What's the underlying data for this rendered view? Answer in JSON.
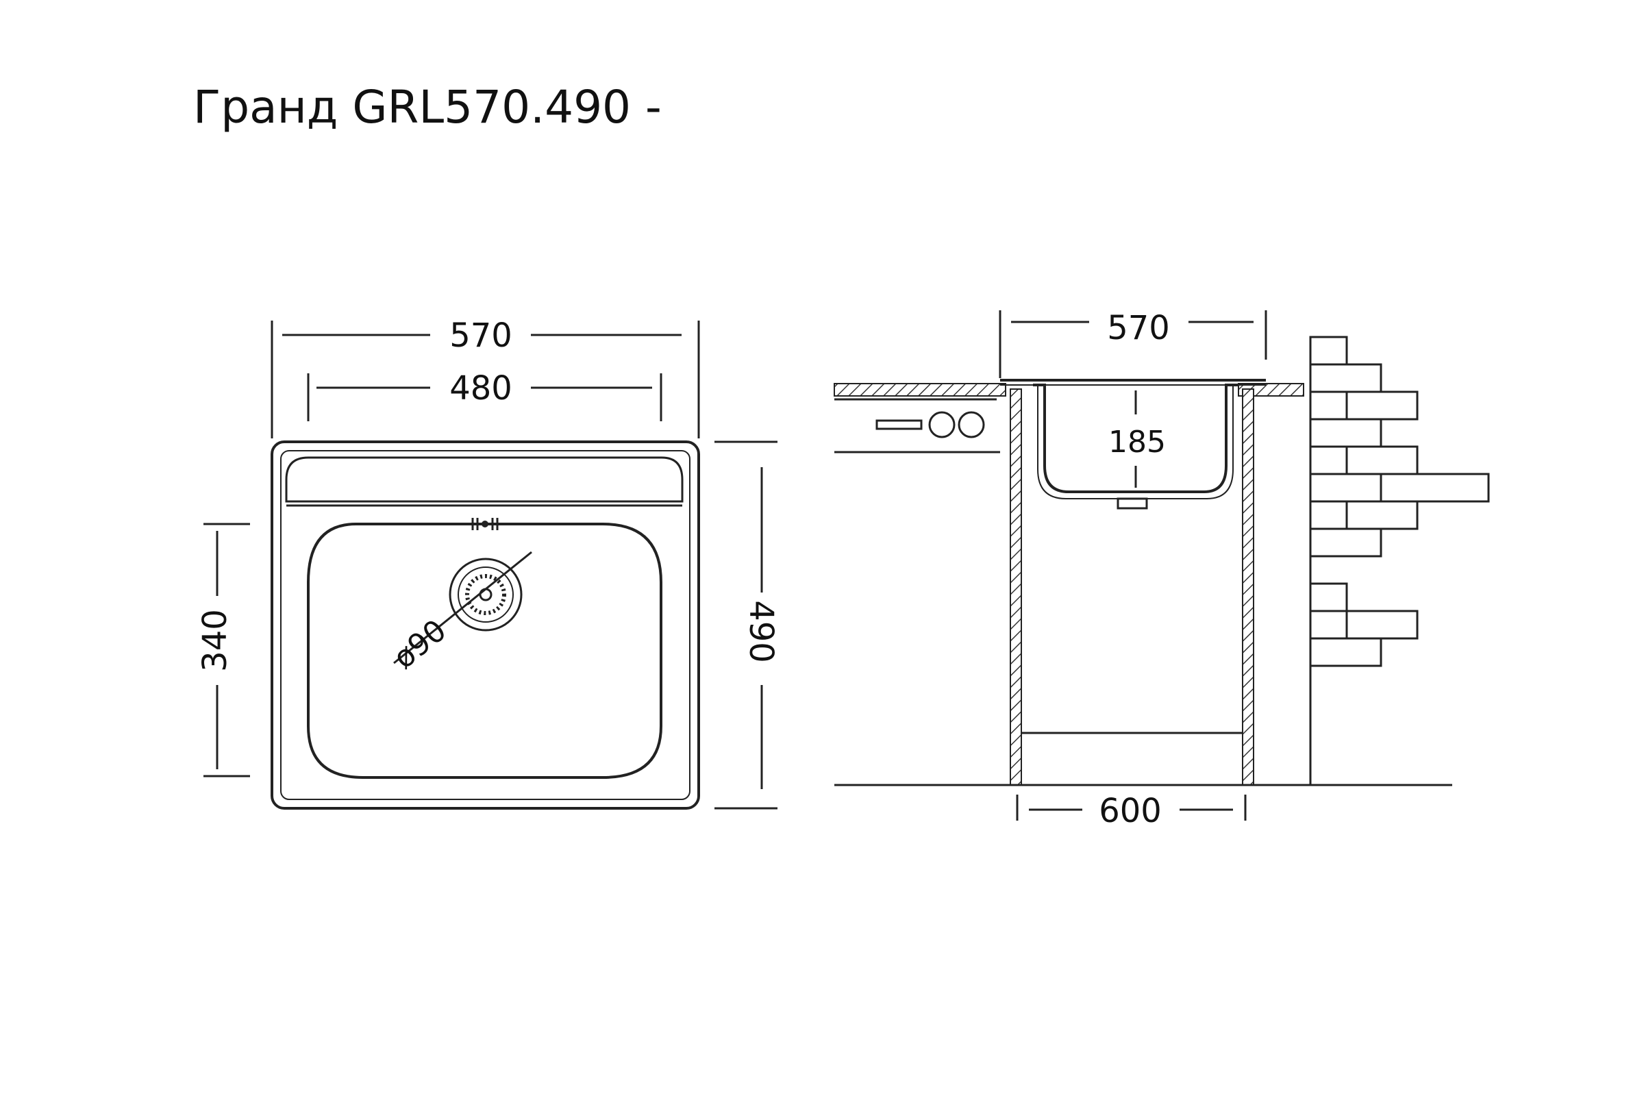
{
  "title": "Гранд GRL570.490 -",
  "top_view": {
    "width_outer": "570",
    "width_inner": "480",
    "height_outer": "490",
    "height_bowl": "340",
    "drain_diameter": "ø90"
  },
  "side_view": {
    "width_sink": "570",
    "depth_bowl": "185",
    "width_cabinet": "600"
  }
}
